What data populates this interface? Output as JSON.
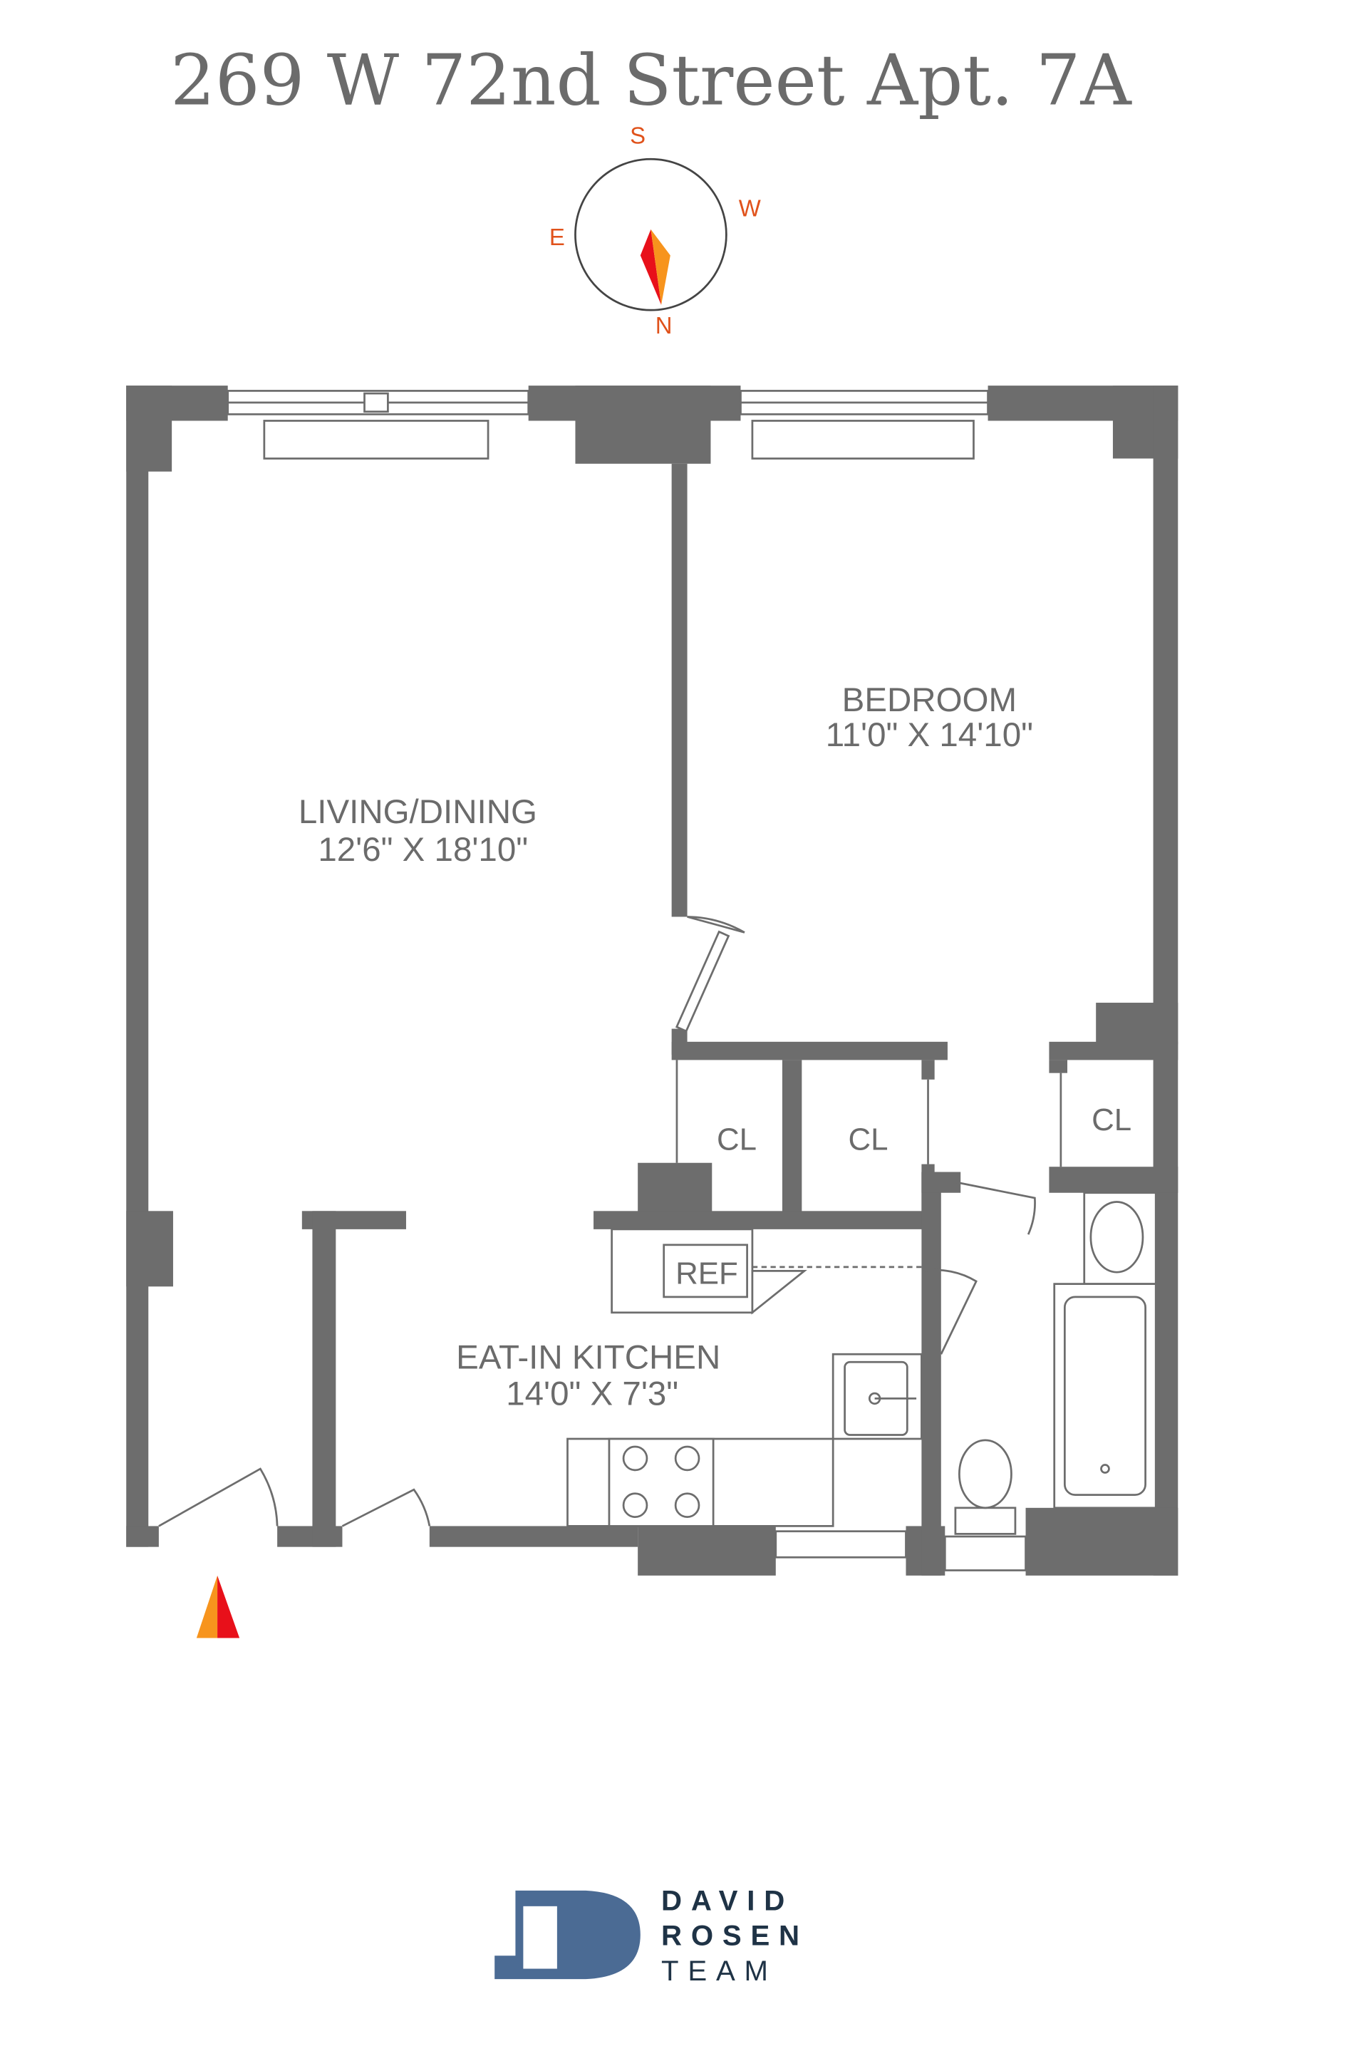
{
  "title": "269 W 72nd Street Apt. 7A",
  "compass": {
    "s": "S",
    "w": "W",
    "e": "E",
    "n": "N"
  },
  "rooms": {
    "living": {
      "name": "LIVING/DINING",
      "size": "12'6\" X 18'10\""
    },
    "bedroom": {
      "name": "BEDROOM",
      "size": "11'0\" X 14'10\""
    },
    "kitchen": {
      "name": "EAT-IN KITCHEN",
      "size": "14'0\" X 7'3\""
    },
    "closets": [
      "CL",
      "CL",
      "CL"
    ],
    "ref": "REF"
  },
  "brand": {
    "line1": "DAVID",
    "line2": "ROSEN",
    "line3": "TEAM",
    "color": "#4b6b94"
  },
  "colors": {
    "wall": "#6d6d6d",
    "text": "#6b6b6b",
    "compass": "#e0521b",
    "arrow_red": "#e8101a",
    "arrow_orange": "#f7941d"
  }
}
